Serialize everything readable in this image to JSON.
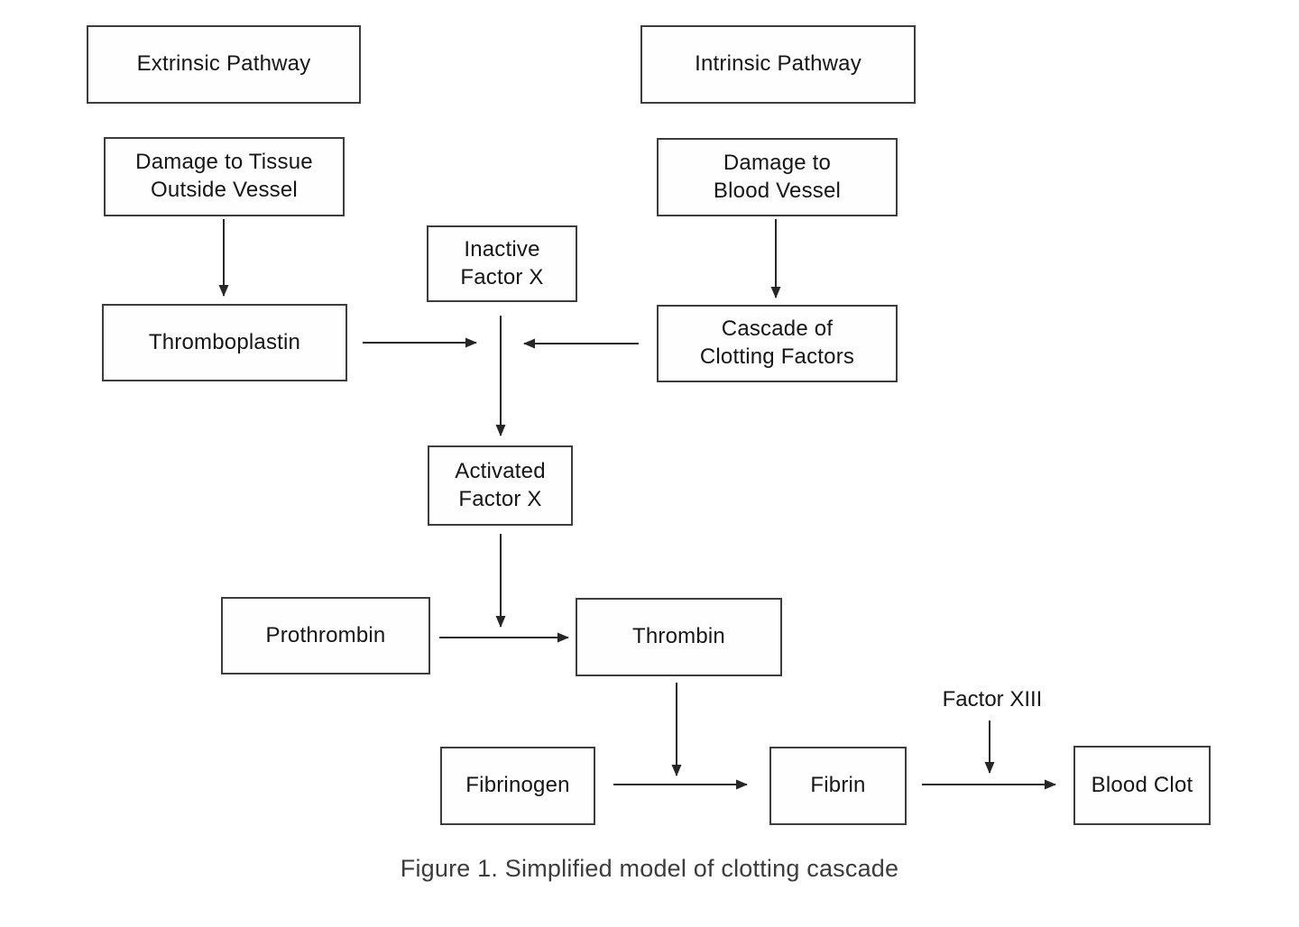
{
  "diagram": {
    "nodes": {
      "extrinsic": {
        "label": "Extrinsic Pathway"
      },
      "intrinsic": {
        "label": "Intrinsic Pathway"
      },
      "damage_tissue": {
        "label": "Damage to Tissue\nOutside Vessel"
      },
      "damage_vessel": {
        "label": "Damage to\nBlood Vessel"
      },
      "inactive_x": {
        "label": "Inactive\nFactor X"
      },
      "thromboplastin": {
        "label": "Thromboplastin"
      },
      "cascade": {
        "label": "Cascade of\nClotting Factors"
      },
      "activated_x": {
        "label": "Activated\nFactor X"
      },
      "prothrombin": {
        "label": "Prothrombin"
      },
      "thrombin": {
        "label": "Thrombin"
      },
      "fibrinogen": {
        "label": "Fibrinogen"
      },
      "fibrin": {
        "label": "Fibrin"
      },
      "blood_clot": {
        "label": "Blood Clot"
      }
    },
    "floating_labels": {
      "factor_xiii": {
        "label": "Factor XIII"
      }
    },
    "edges": [
      {
        "from": "damage_tissue",
        "to": "thromboplastin"
      },
      {
        "from": "damage_vessel",
        "to": "cascade"
      },
      {
        "from": "thromboplastin",
        "to": "activation_junction"
      },
      {
        "from": "cascade",
        "to": "activation_junction"
      },
      {
        "from": "inactive_x",
        "to": "activated_x"
      },
      {
        "from": "activated_x",
        "to": "prothrombin_thrombin_junction"
      },
      {
        "from": "prothrombin",
        "to": "thrombin"
      },
      {
        "from": "thrombin",
        "to": "fibrinogen_fibrin_junction"
      },
      {
        "from": "fibrinogen",
        "to": "fibrin"
      },
      {
        "from": "factor_xiii",
        "to": "fibrin_bloodclot_junction"
      },
      {
        "from": "fibrin",
        "to": "blood_clot"
      }
    ],
    "caption": "Figure 1. Simplified model of clotting cascade",
    "colors": {
      "background": "#ffffff",
      "box_border": "#3d3d3d",
      "arrow": "#262626",
      "text": "#161616",
      "caption_text": "#3c3c3c"
    }
  }
}
